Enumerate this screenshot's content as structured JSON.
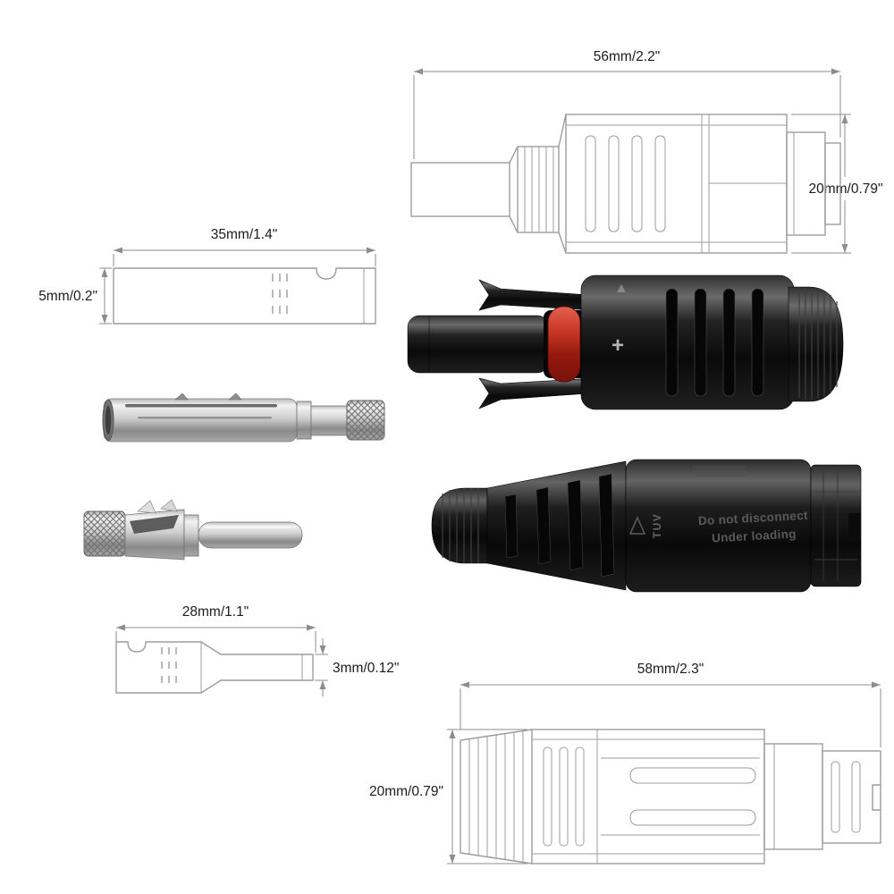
{
  "page": {
    "background": "#ffffff"
  },
  "drawings": {
    "connector_top": {
      "length_label": "56mm/2.2\"",
      "height_label": "20mm/0.79\""
    },
    "pin_35": {
      "length_label": "35mm/1.4\"",
      "height_label": "5mm/0.2\""
    },
    "pin_28": {
      "length_label": "28mm/1.1\"",
      "height_label": "3mm/0.12\""
    },
    "connector_bottom": {
      "length_label": "58mm/2.3\"",
      "height_label": "20mm/0.79\""
    }
  },
  "markings": {
    "polarity": "+",
    "cert": "TUV",
    "warning_line1": "Do not disconnect",
    "warning_line2": "Under loading"
  },
  "colors": {
    "drawing_stroke": "#9c9c9c",
    "dimension_stroke": "#8d8d8d",
    "label_text": "#1b1b1b",
    "connector_body": "#141414",
    "oring_red": "#c23322",
    "metal": "#cfcfcf"
  }
}
